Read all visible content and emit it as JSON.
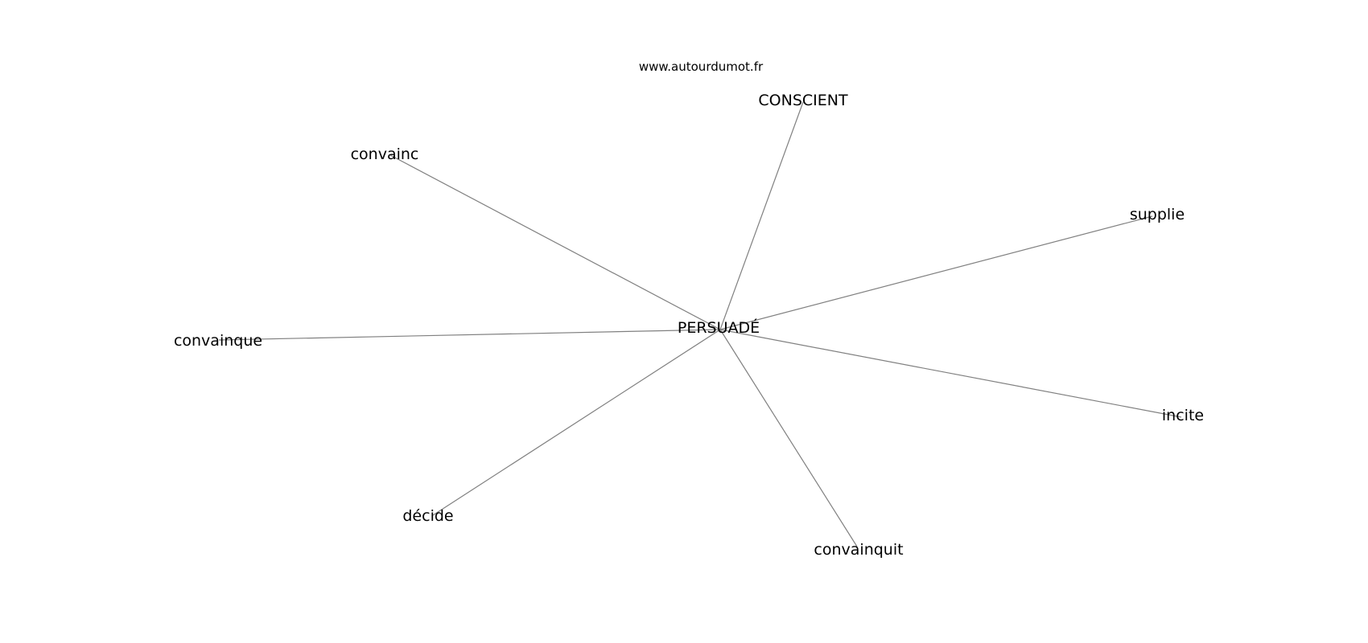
{
  "site": "www.autourdumot.fr",
  "center": "PERSUADÉ",
  "neighbors": [
    "CONSCIENT",
    "convainc",
    "supplie",
    "convainque",
    "incite",
    "décide",
    "convainquit"
  ],
  "edges": [
    [
      "PERSUADÉ",
      "CONSCIENT"
    ],
    [
      "PERSUADÉ",
      "convainc"
    ],
    [
      "PERSUADÉ",
      "supplie"
    ],
    [
      "PERSUADÉ",
      "convainque"
    ],
    [
      "PERSUADÉ",
      "incite"
    ],
    [
      "PERSUADÉ",
      "décide"
    ],
    [
      "PERSUADÉ",
      "convainquit"
    ]
  ],
  "colors": {
    "edge": "#808080",
    "text": "#000000",
    "background": "#ffffff"
  }
}
